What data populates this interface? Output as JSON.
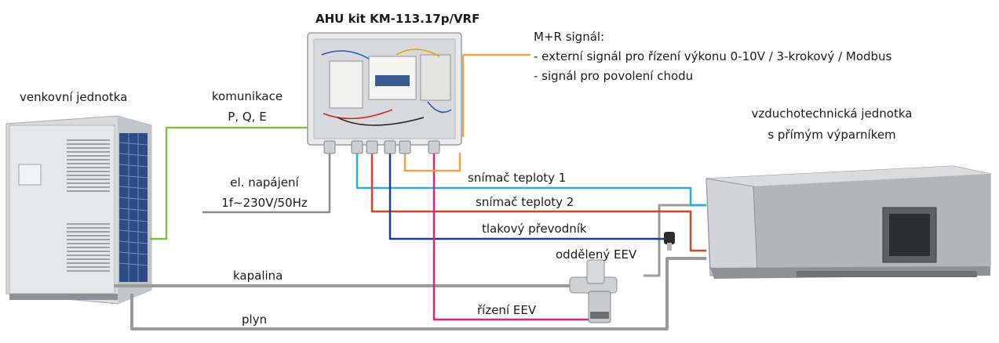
{
  "kit_title": "AHU kit KM-113.17p/VRF",
  "outdoor_unit": "venkovní jednotka",
  "ahu": {
    "line1": "vzduchotechnická jednotka",
    "line2": "s přímým výparníkem"
  },
  "communication": {
    "line1": "komunikace",
    "line2": "P, Q, E"
  },
  "power": {
    "line1": "el. napájení",
    "line2": "1f~230V/50Hz"
  },
  "signals": {
    "title": "M+R signál:",
    "line1": "- externí signál pro řízení výkonu 0-10V / 3-krokový / Modbus",
    "line2": "- signál pro povolení chodu"
  },
  "connections": {
    "temp1": "snímač teploty 1",
    "temp2": "snímač teploty 2",
    "pressure": "tlakový převodník",
    "eev_sep": "oddělený EEV",
    "liquid": "kapalina",
    "eev_ctrl": "řízení EEV",
    "gas": "plyn"
  },
  "colors": {
    "communication": "#7ac143",
    "power": "#8c8c8c",
    "signal": "#f5a04a",
    "temp1": "#29abe2",
    "temp2": "#d2452b",
    "pressure": "#1f3a93",
    "eev_ctrl": "#e2227a",
    "pipe": "#9a9a9a"
  }
}
